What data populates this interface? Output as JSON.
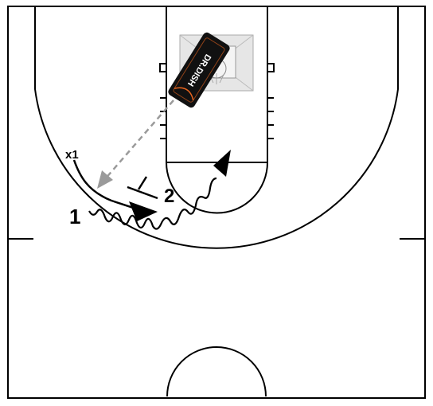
{
  "diagram": {
    "labels": {
      "player": "x1",
      "step_one": "1",
      "step_two": "2"
    },
    "machine": {
      "brand_text": "DR.DISH",
      "accent_color": "#e8641e"
    },
    "colors": {
      "court_lines": "#000000",
      "pass_arrow": "#9a9a9a",
      "machine_body": "#111111",
      "backboard": "#e6e6e6"
    },
    "icons": {
      "machine": "shooting-machine-icon",
      "cut": "player-cut-arrow-icon",
      "dribble": "dribble-arrow-icon",
      "pass": "pass-arrow-icon",
      "screen": "screen-marker-icon"
    }
  }
}
